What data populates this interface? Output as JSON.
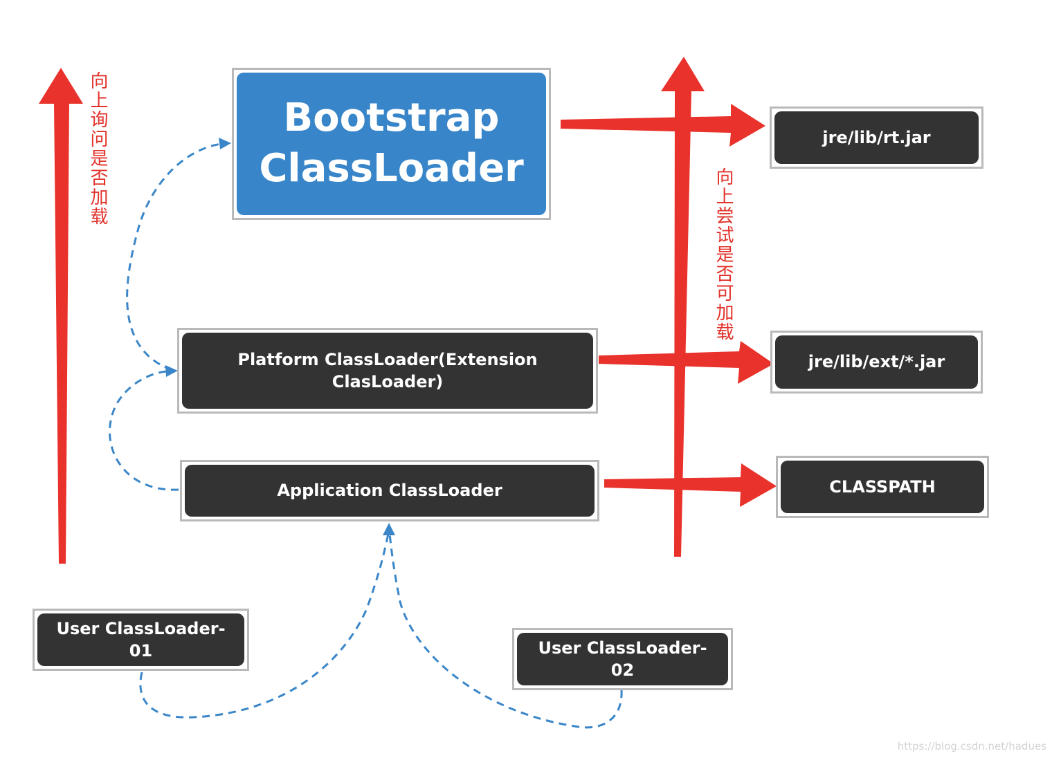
{
  "nodes": {
    "bootstrap": {
      "line1": "Bootstrap",
      "line2": "ClassLoader"
    },
    "platform": {
      "line1": "Platform ClassLoader(Extension",
      "line2": "ClasLoader)"
    },
    "application": {
      "label": "Application ClassLoader"
    },
    "user01": {
      "label": "User ClassLoader-01"
    },
    "user02": {
      "label": "User ClassLoader-02"
    },
    "rtjar": {
      "label": "jre/lib/rt.jar"
    },
    "extjar": {
      "label": "jre/lib/ext/*.jar"
    },
    "classpath": {
      "label": "CLASSPATH"
    }
  },
  "annotations": {
    "ask_parent": "向上询问是否加载",
    "try_parent": "向上尝试是否可加载"
  },
  "watermark": "https://blog.csdn.net/hadues",
  "colors": {
    "red_arrow": "#e9322b",
    "blue_dashed": "#3a86c8",
    "dark_box": "#333333",
    "bootstrap_box": "#3886c9",
    "label_red": "#e2332b"
  }
}
